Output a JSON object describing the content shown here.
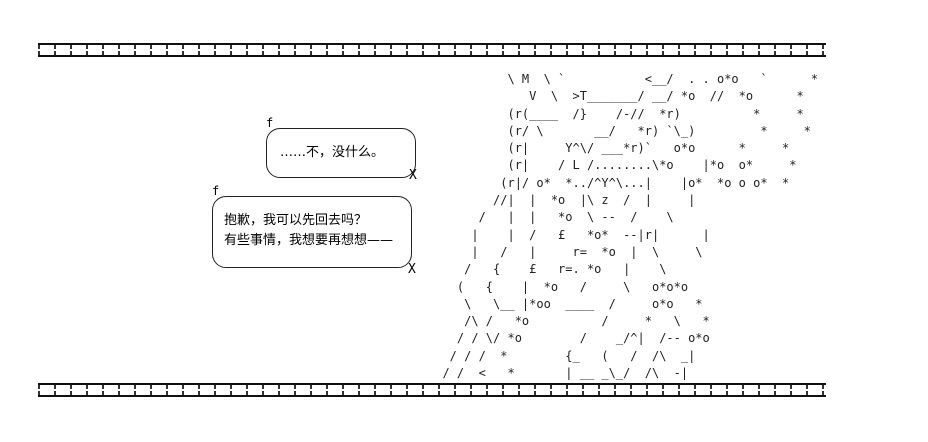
{
  "bubbles": [
    {
      "lines": [
        "……不，没什么。"
      ]
    },
    {
      "lines": [
        "抱歉，我可以先回去吗？",
        "有些事情，我想要再想想——"
      ]
    }
  ],
  "art_lines": [
    "           \\ M  \\ `           <__/  . . o*o   `      *",
    "              V  \\  >T_______/ __/ *o  //  *o      *",
    "           (r(____  /}    /-//  *r)          *     *",
    "           (r/ \\       __/   *r) `\\_)         *     *",
    "           (r|     Y^\\/ ___*r)`   o*o      *     *",
    "           (r|    / L /........\\*o    |*o  o*     *",
    "          (r|/ o*  *../^Y^\\...|    |o*  *o o o*  *",
    "         //|  |  *o  |\\ z  /  |     |",
    "       /   |  |   *o  \\ --  /    \\",
    "      |    |  /   £   *o*  --|r|      |",
    "      |   /   |     r=  *o  |  \\     \\",
    "     /   {    £   r=. *o   |    \\",
    "    (   {    |  *o   /     \\   o*o*o",
    "     \\   \\__ |*oo  ____  /     o*o   *",
    "     /\\ /   *o          /     *   \\   *",
    "    / / \\/ *o        /    _/^|  /-- o*o",
    "   / / /  *        {_   (   /  /\\  _|",
    "  / /  <   *       | __ _\\_/  /\\  -|"
  ]
}
